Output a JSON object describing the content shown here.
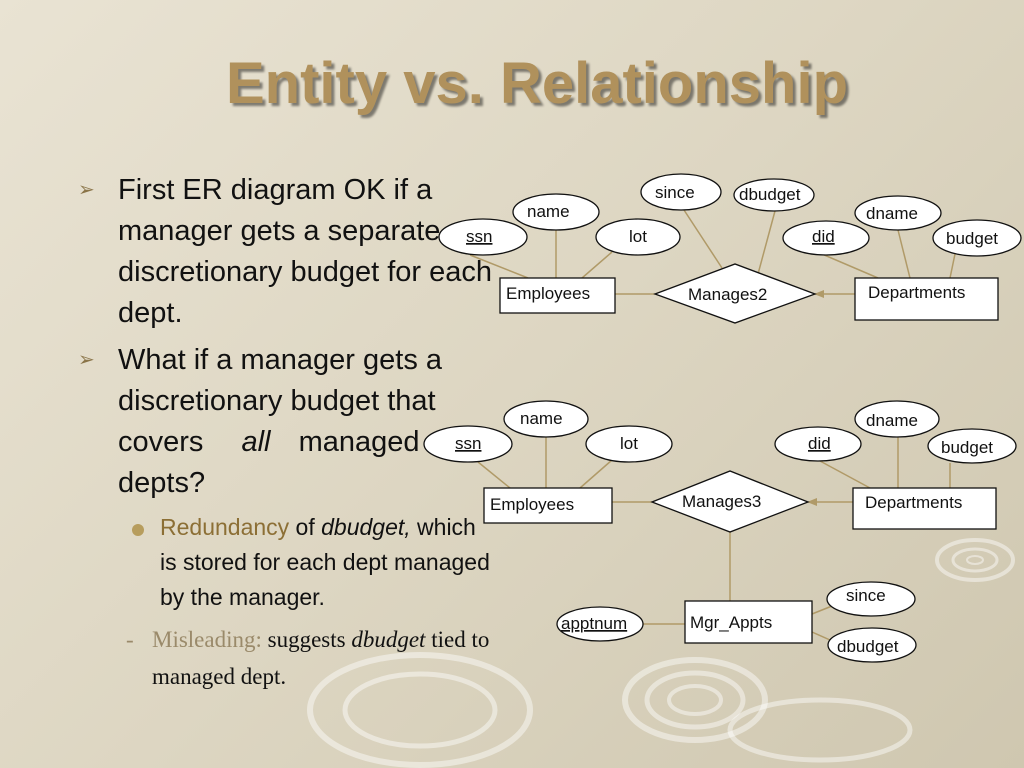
{
  "title": "Entity vs. Relationship",
  "bullets": {
    "b1": "First ER diagram OK if a manager gets a separate discretionary budget for each dept.",
    "b2_pre": "What if a manager gets a discretionary budget that covers",
    "b2_em": "all",
    "b2_post": "managed depts?",
    "sub_accent": "Redundancy",
    "sub_of": " of ",
    "sub_em": "dbudget,",
    "sub_rest": " which is stored for each dept managed by the manager.",
    "dash_label": "Misleading:",
    "dash_mid": " suggests ",
    "dash_em": "dbudget",
    "dash_rest": " tied to managed dept."
  },
  "diagram1": {
    "entities": {
      "left": "Employees",
      "right": "Departments"
    },
    "relationship": "Manages2",
    "attributes": {
      "ssn": "ssn",
      "name": "name",
      "lot": "lot",
      "since": "since",
      "dbudget": "dbudget",
      "did": "did",
      "dname": "dname",
      "budget": "budget"
    }
  },
  "diagram2": {
    "entities": {
      "left": "Employees",
      "right": "Departments",
      "bottom": "Mgr_Appts"
    },
    "relationship": "Manages3",
    "attributes": {
      "ssn": "ssn",
      "name": "name",
      "lot": "lot",
      "did": "did",
      "dname": "dname",
      "budget": "budget",
      "apptnum": "apptnum",
      "since": "since",
      "dbudget": "dbudget"
    }
  }
}
